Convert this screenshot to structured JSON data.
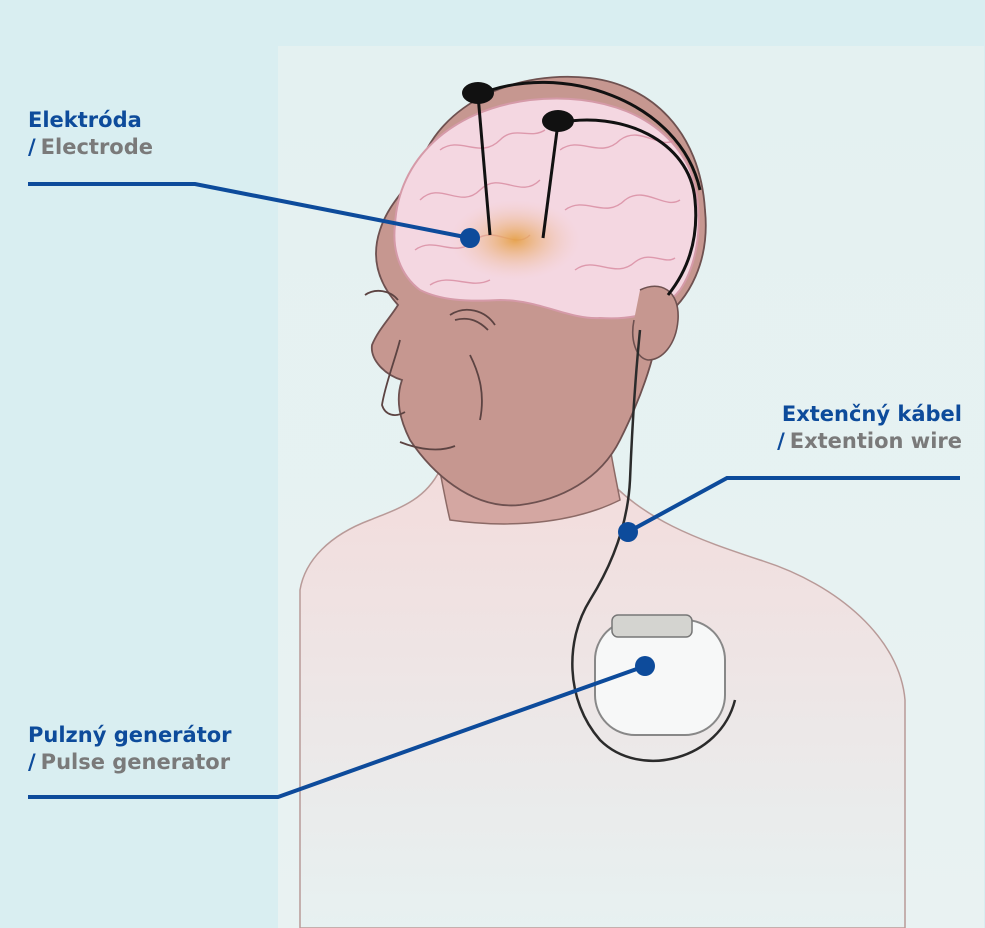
{
  "colors": {
    "background": "#d9eef1",
    "accent": "#0d4b9b",
    "secondary_text": "#7a7a7a",
    "skin": "#c9968c",
    "brain": "#f4d7e1",
    "body": "#eef1f1"
  },
  "labels": {
    "electrode": {
      "primary": "Elektróda",
      "slash": "/",
      "secondary": "Electrode"
    },
    "extension_wire": {
      "primary": "Extenčný kábel",
      "slash": "/",
      "secondary": "Extention wire"
    },
    "pulse_generator": {
      "primary": "Pulzný generátor",
      "slash": "/",
      "secondary": "Pulse generator"
    }
  }
}
